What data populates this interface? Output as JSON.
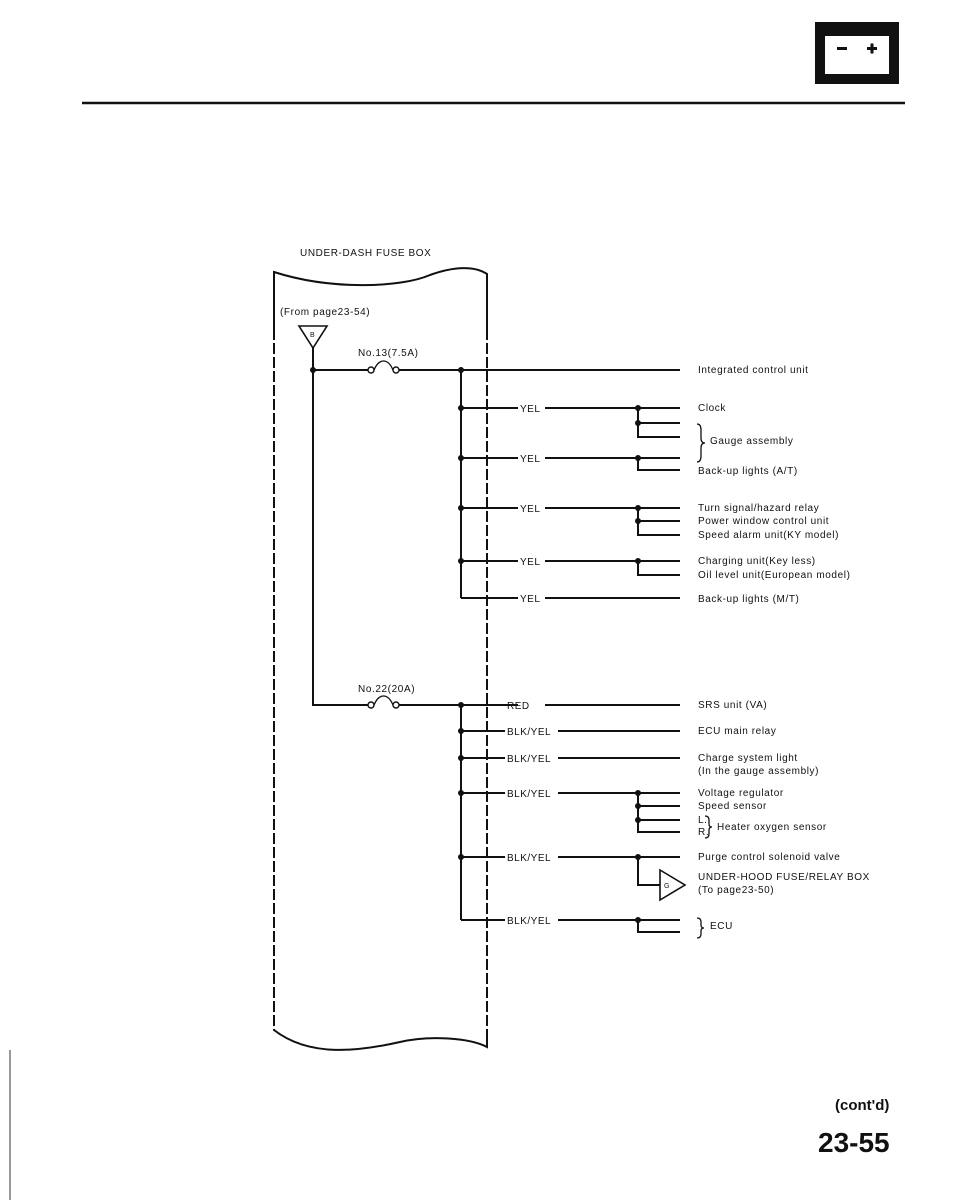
{
  "fuse_box": {
    "title": "UNDER-DASH FUSE BOX",
    "from_ref": "(From page23-54)",
    "connector": "B",
    "fuse1": "No.13(7.5A)",
    "fuse2": "No.22(20A)"
  },
  "wires": {
    "yel1": "YEL",
    "yel2": "YEL",
    "yel3": "YEL",
    "yel4": "YEL",
    "yel5": "YEL",
    "red": "RED",
    "by1": "BLK/YEL",
    "by2": "BLK/YEL",
    "by3": "BLK/YEL",
    "by4": "BLK/YEL",
    "by5": "BLK/YEL"
  },
  "loads": {
    "icu": "Integrated control unit",
    "clock": "Clock",
    "gauge": "Gauge assembly",
    "backup_at": "Back-up lights (A/T)",
    "turn": "Turn signal/hazard relay",
    "power_window": "Power window control unit",
    "speed_alarm": "Speed alarm unit(KY model)",
    "charging": "Charging unit(Key less)",
    "oil": "Oil level unit(European model)",
    "backup_mt": "Back-up lights (M/T)",
    "srs": "SRS unit (VA)",
    "ecu_relay": "ECU main relay",
    "charge_light_1": "Charge system light",
    "charge_light_2": "(In the gauge assembly)",
    "voltage_reg": "Voltage regulator",
    "speed_sensor": "Speed sensor",
    "l": "L.",
    "r": "R.",
    "heater": "Heater oxygen sensor",
    "purge": "Purge control solenoid valve",
    "underhood_1": "UNDER-HOOD FUSE/RELAY BOX",
    "underhood_2": "(To page23-50)",
    "underhood_conn": "G",
    "ecu": "ECU"
  },
  "footer": {
    "contd": "(cont'd)",
    "page": "23-55"
  }
}
